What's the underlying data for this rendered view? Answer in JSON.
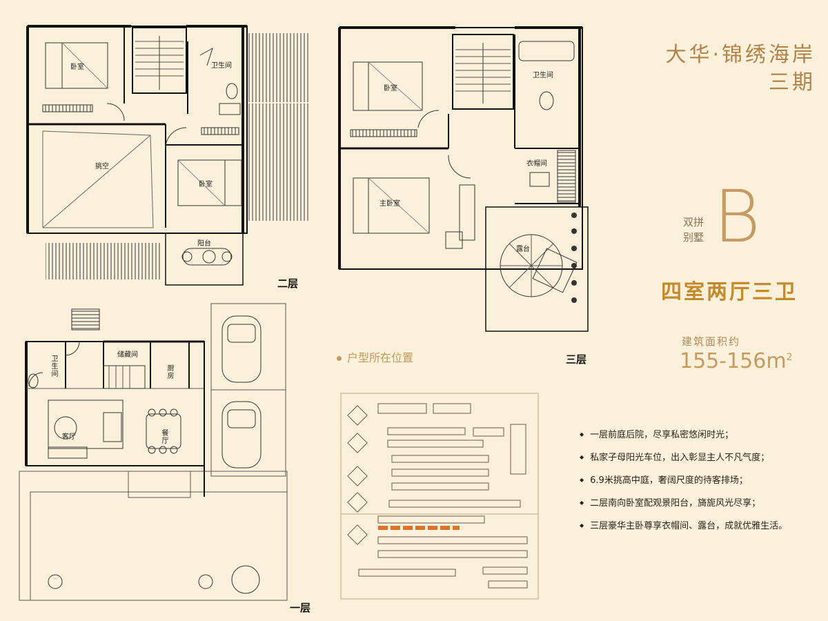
{
  "project": {
    "name": "大华·锦绣海岸",
    "phase": "三期"
  },
  "type_sub": [
    "双拼",
    "别墅"
  ],
  "type_letter": "B",
  "layout": "四室两厅三卫",
  "area_label": "建筑面积约",
  "area_value": "155-156",
  "area_unit": "m",
  "area_sup": "2",
  "location_label": "户型所在位置",
  "floors": {
    "f1": "一层",
    "f2": "二层",
    "f3": "三层"
  },
  "rooms": {
    "f2_bed1": "卧室",
    "f2_bath": "卫生间",
    "f2_void": "挑空",
    "f2_bed2": "卧室",
    "f2_balcony": "阳台",
    "f3_bed": "卧室",
    "f3_bath": "卫生间",
    "f3_closet": "衣帽间",
    "f3_master": "主卧室",
    "f3_terrace": "露台",
    "f1_bath": "卫生间",
    "f1_storage": "储藏间",
    "f1_kitchen": "厨房",
    "f1_living": "客厅",
    "f1_dining": "餐厅"
  },
  "features": [
    "一层前庭后院，尽享私密悠闲时光；",
    "私家子母阳光车位，出入彰显主人不凡气度；",
    "6.9米挑高中庭，奢阔尺度的待客排场；",
    "二层南向卧室配观景阳台，旖旎风光尽享；",
    "三层豪华主卧尊享衣帽间、露台，成就优雅生活。"
  ],
  "colors": {
    "background": "#fbf0d9",
    "accent": "#c59a63",
    "wall": "#111111",
    "highlight": "#d9742b"
  }
}
